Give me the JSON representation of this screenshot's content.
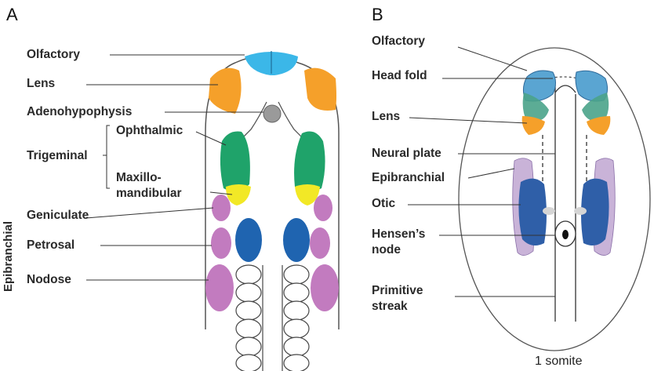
{
  "panel_a": {
    "letter": "A",
    "labels": {
      "olfactory": "Olfactory",
      "lens": "Lens",
      "adenohypophysis": "Adenohypophysis",
      "ophthalmic": "Ophthalmic",
      "trigeminal": "Trigeminal",
      "maxillo_1": "Maxillo-",
      "maxillo_2": "mandibular",
      "geniculate": "Geniculate",
      "petrosal": "Petrosal",
      "nodose": "Nodose",
      "epibranchial": "Epibranchial"
    }
  },
  "panel_b": {
    "letter": "B",
    "labels": {
      "olfactory": "Olfactory",
      "head_fold": "Head fold",
      "lens": "Lens",
      "neural_plate": "Neural plate",
      "epibranchial": "Epibranchial",
      "otic": "Otic",
      "hensens_1": "Hensen’s",
      "hensens_2": "node",
      "primitive_1": "Primitive",
      "primitive_2": "streak"
    },
    "caption": "1 somite"
  },
  "colors": {
    "olfactory": "#3bb7e8",
    "lens": "#f5a02a",
    "adenohypophysis": "#9a9a9a",
    "trigeminal": "#1fa36a",
    "maxillo": "#f2e826",
    "epibranchial": "#c27bbf",
    "petrosal_core": "#1f64b0",
    "otic": "#2f5fa8",
    "epibranchial_b": "#c9b3d8"
  }
}
